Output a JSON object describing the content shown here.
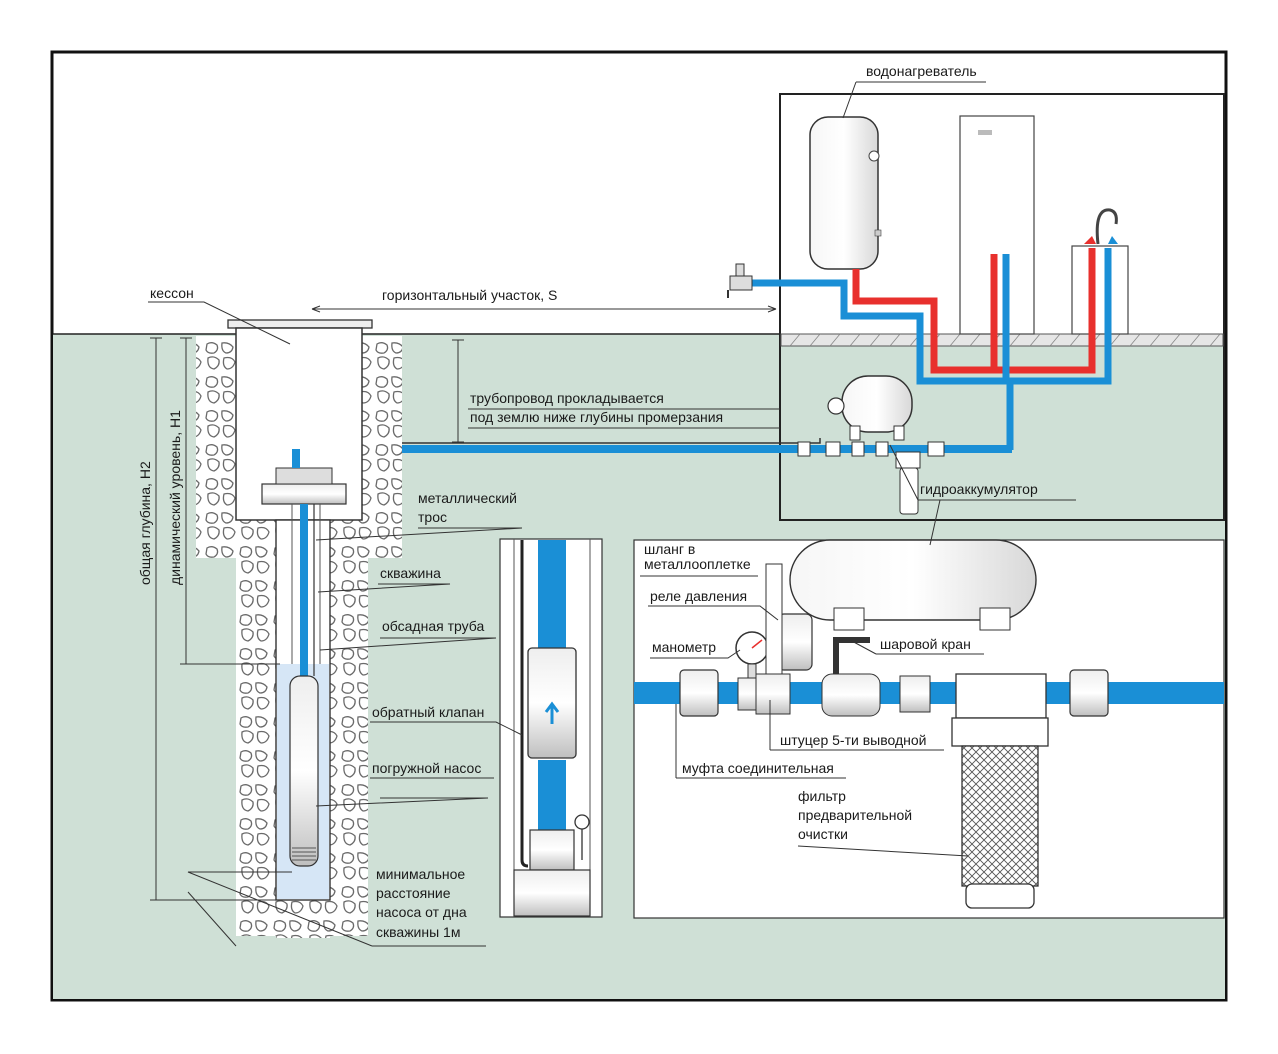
{
  "labels": {
    "water_heater": "водонагреватель",
    "caisson": "кессон",
    "horizontal_section": "горизонтальный участок, S",
    "pipeline_line1": "трубопровод прокладывается",
    "pipeline_line2": "под землю ниже глубины промерзания",
    "total_depth": "общая глубина, Н2",
    "dynamic_level": "динамический уровень, Н1",
    "cable_line1": "металлический",
    "cable_line2": "трос",
    "well": "скважина",
    "casing_pipe": "обсадная труба",
    "check_valve": "обратный клапан",
    "submersible_pump": "погружной насос",
    "min_dist_line1": "минимальное",
    "min_dist_line2": "расстояние",
    "min_dist_line3": "насоса от дна",
    "min_dist_line4": "скважины 1м",
    "accumulator": "гидроаккумулятор",
    "hose_line1": "шланг в",
    "hose_line2": "металлооплетке",
    "pressure_relay": "реле давления",
    "manometer": "манометр",
    "ball_valve": "шаровой кран",
    "fitting": "штуцер 5-ти выводной",
    "coupling": "муфта соединительная",
    "filter_line1": "фильтр",
    "filter_line2": "предварительной",
    "filter_line3": "очистки"
  },
  "colors": {
    "ground": "#cfe0d6",
    "sky": "#ffffff",
    "cold_pipe": "#1a8fd6",
    "hot_pipe": "#e8302d",
    "outline": "#222222"
  }
}
